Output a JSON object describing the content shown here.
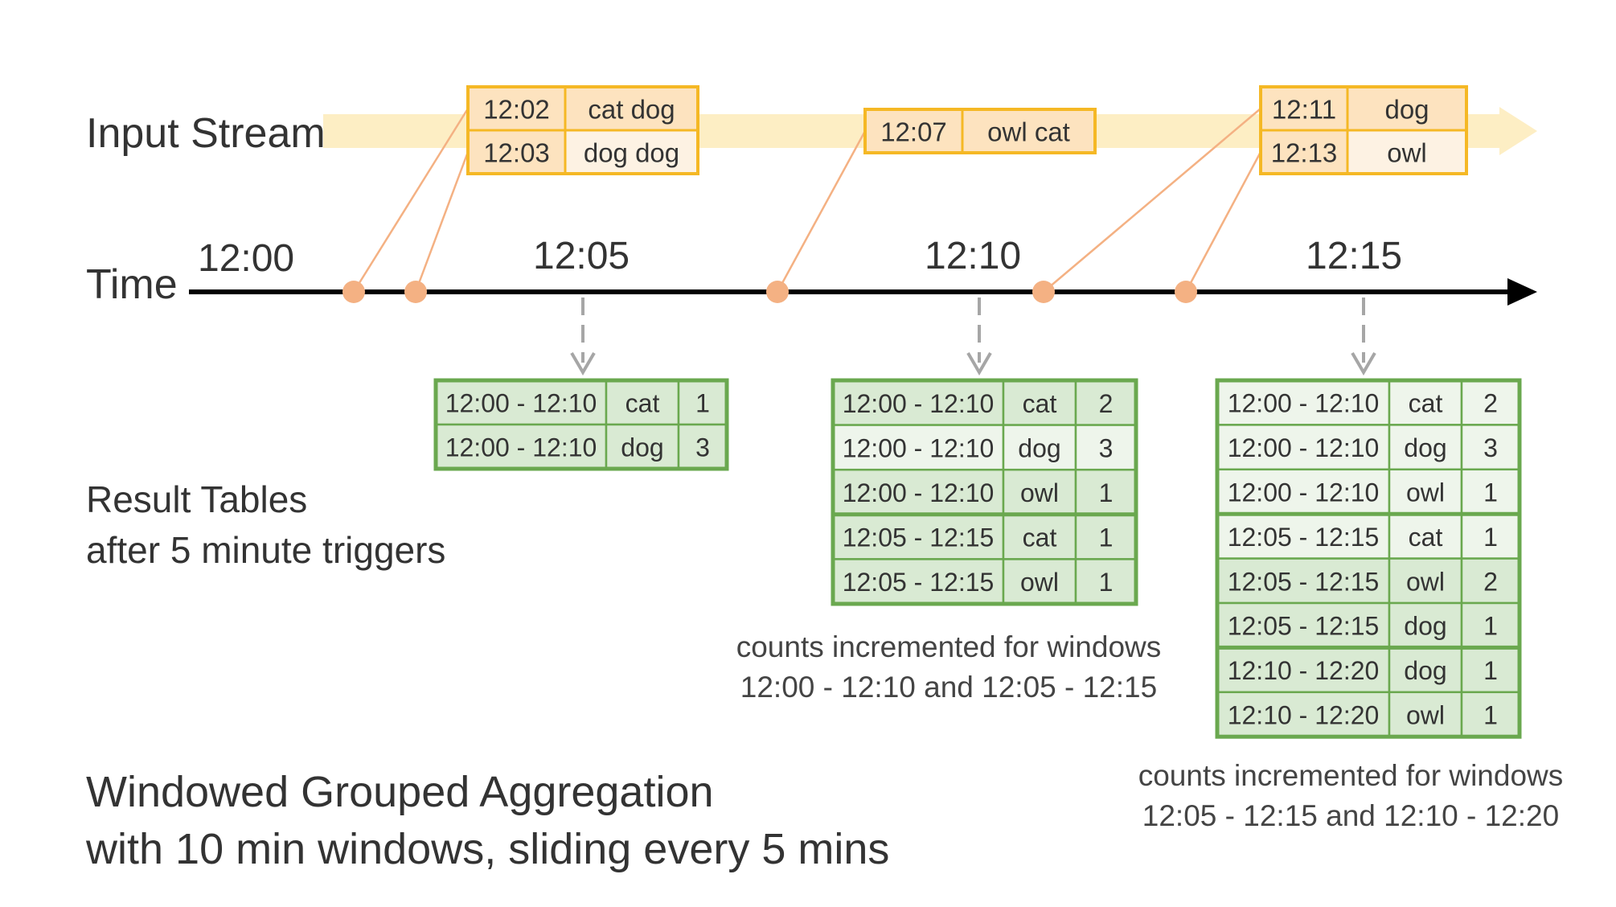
{
  "labels": {
    "input_stream": "Input Stream",
    "time": "Time",
    "result_tables_line1": "Result Tables",
    "result_tables_line2": "after 5 minute triggers",
    "title_line1": "Windowed Grouped Aggregation",
    "title_line2": "with 10 min windows, sliding every 5 mins"
  },
  "time_ticks": [
    "12:00",
    "12:05",
    "12:10",
    "12:15"
  ],
  "input_groups": [
    {
      "rows": [
        {
          "time": "12:02",
          "words": "cat dog"
        },
        {
          "time": "12:03",
          "words": "dog dog"
        }
      ]
    },
    {
      "rows": [
        {
          "time": "12:07",
          "words": "owl cat"
        }
      ]
    },
    {
      "rows": [
        {
          "time": "12:11",
          "words": "dog"
        },
        {
          "time": "12:13",
          "words": "owl"
        }
      ]
    }
  ],
  "result_tables": [
    {
      "rows": [
        {
          "window": "12:00 - 12:10",
          "word": "cat",
          "count": "1"
        },
        {
          "window": "12:00 - 12:10",
          "word": "dog",
          "count": "3"
        }
      ],
      "highlighted_rows": [],
      "caption": []
    },
    {
      "rows": [
        {
          "window": "12:00 - 12:10",
          "word": "cat",
          "count": "2"
        },
        {
          "window": "12:00 - 12:10",
          "word": "dog",
          "count": "3"
        },
        {
          "window": "12:00 - 12:10",
          "word": "owl",
          "count": "1"
        },
        {
          "window": "12:05 - 12:15",
          "word": "cat",
          "count": "1"
        },
        {
          "window": "12:05 - 12:15",
          "word": "owl",
          "count": "1"
        }
      ],
      "highlighted_rows": [
        0,
        2,
        3,
        4
      ],
      "caption": [
        "counts incremented for windows",
        "12:00 - 12:10 and 12:05 - 12:15"
      ]
    },
    {
      "rows": [
        {
          "window": "12:00 - 12:10",
          "word": "cat",
          "count": "2"
        },
        {
          "window": "12:00 - 12:10",
          "word": "dog",
          "count": "3"
        },
        {
          "window": "12:00 - 12:10",
          "word": "owl",
          "count": "1"
        },
        {
          "window": "12:05 - 12:15",
          "word": "cat",
          "count": "1"
        },
        {
          "window": "12:05 - 12:15",
          "word": "owl",
          "count": "2"
        },
        {
          "window": "12:05 - 12:15",
          "word": "dog",
          "count": "1"
        },
        {
          "window": "12:10 - 12:20",
          "word": "dog",
          "count": "1"
        },
        {
          "window": "12:10 - 12:20",
          "word": "owl",
          "count": "1"
        }
      ],
      "highlighted_rows": [
        4,
        5,
        6,
        7
      ],
      "caption": [
        "counts incremented for windows",
        "12:05 - 12:15 and 12:10 - 12:20"
      ]
    }
  ],
  "colors": {
    "stream_band": "#fdeec4",
    "input_border": "#f5b825",
    "input_fill_highlight": "#fde3bf",
    "input_fill_plain": "#fdf2e3",
    "event_dot": "#f4b183",
    "connector": "#f4b183",
    "time_axis": "#000000",
    "result_border": "#6aa84f",
    "result_fill_highlight": "#d9ead3",
    "result_fill_plain": "#eef5eb",
    "trigger_arrow": "#a6a6a6"
  }
}
